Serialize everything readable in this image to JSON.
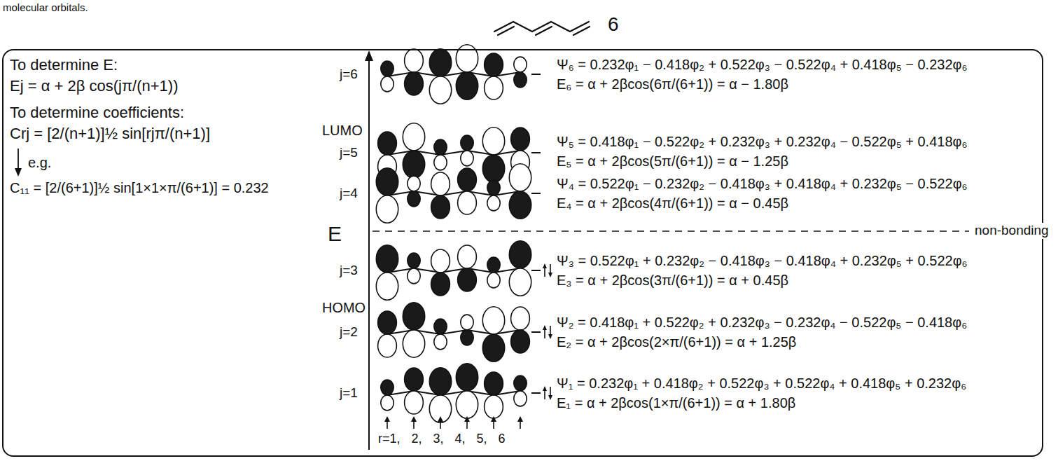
{
  "diagram": {
    "nodes": [
      {
        "text": [
          "To determine E:",
          "Ej = α + 2β cos(jπ/(n+1))",
          "To determine coefficients:",
          "Crj = [2/(n+1)]½ sin[rjπ/(n+1)]",
          "e.g.",
          "C₁₁ = [2/(6+1)]½ sin[1×1×π/(6+1)] = 0.232",
          "LUMO",
          "E",
          "HOMO",
          "j=6",
          "j=5",
          "j=4",
          "j=3",
          "j=2",
          "j=1",
          "Ψ₆ = 0.232φ₁ − 0.418φ₂ + 0.522φ₃ − 0.522φ₄ + 0.418φ₅ − 0.232φ₆",
          "E₆ = α + 2βcos(6π/(6+1)) = α − 1.80β",
          "Ψ₅ = 0.418φ₁ − 0.522φ₂ + 0.232φ₃ + 0.232φ₄ − 0.522φ₅ + 0.418φ₆",
          "E₅ = α + 2βcos(5π/(6+1)) = α − 1.25β",
          "Ψ₄ = 0.522φ₁ − 0.232φ₂ − 0.418φ₃ + 0.418φ₄ + 0.232φ₅ − 0.522φ₆",
          "E₄ = α + 2βcos(4π/(6+1)) = α − 0.45β",
          "non-bonding",
          "Ψ₃ = 0.522φ₁ + 0.232φ₂ − 0.418φ₃ − 0.418φ₄ + 0.232φ₅ + 0.522φ₆",
          "E₃ = α + 2βcos(3π/(6+1)) = α + 0.45β",
          "Ψ₂ = 0.418φ₁ + 0.522φ₂ + 0.232φ₃ − 0.232φ₄ − 0.522φ₅ − 0.418φ₆",
          "E₂ = α + 2βcos(2×π/(6+1)) = α + 1.25β",
          "Ψ₁ = 0.232φ₁ + 0.418φ₂ + 0.522φ₃ + 0.522φ₄ + 0.418φ₅ + 0.232φ₆",
          "E₁ = α + 2βcos(1×π/(6+1)) = α + 1.80β",
          "r=1, 2, 3, 4, 5, 6"
        ]
      }
    ],
    "labels": [
      "molecular orbitals.",
      "6"
    ]
  }
}
